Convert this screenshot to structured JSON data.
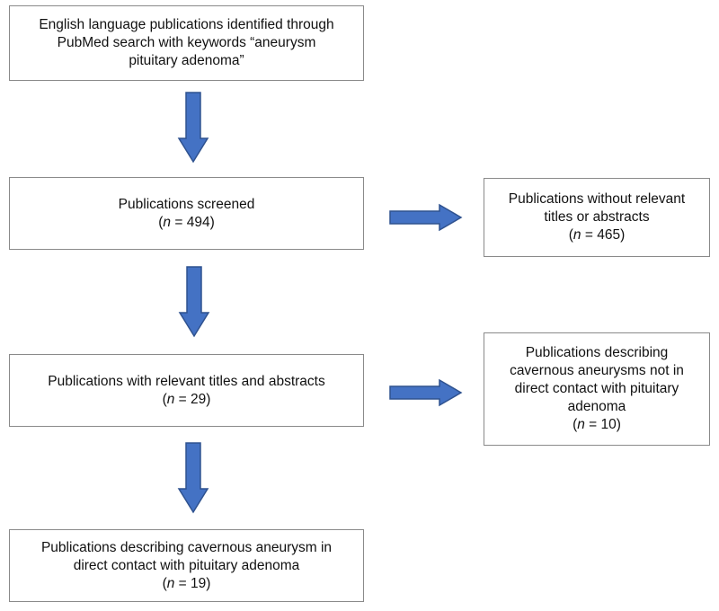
{
  "flowchart": {
    "search_box": {
      "lines": [
        "English language publications identified through",
        "PubMed search with keywords “aneurysm",
        "pituitary adenoma”"
      ]
    },
    "screened_box": {
      "lines": [
        "Publications screened"
      ],
      "n_label": "n",
      "n_value": " = 494"
    },
    "relevant_box": {
      "lines": [
        "Publications with relevant titles and abstracts"
      ],
      "n_label": "n",
      "n_value": " = 29"
    },
    "final_box": {
      "lines": [
        "Publications describing cavernous aneurysm in",
        "direct contact with pituitary adenoma"
      ],
      "n_label": "n",
      "n_value": " = 19"
    },
    "excluded_irrelevant_box": {
      "lines": [
        "Publications without relevant",
        "titles or abstracts"
      ],
      "n_label": "n",
      "n_value": " = 465"
    },
    "excluded_no_contact_box": {
      "lines": [
        "Publications describing",
        "cavernous aneurysms not in",
        "direct contact with pituitary",
        "adenoma"
      ],
      "n_label": "n",
      "n_value": " = 10"
    },
    "arrow_color": "#4472c4",
    "arrow_outline": "#2f528f",
    "box_border": "#8a8a8a"
  }
}
